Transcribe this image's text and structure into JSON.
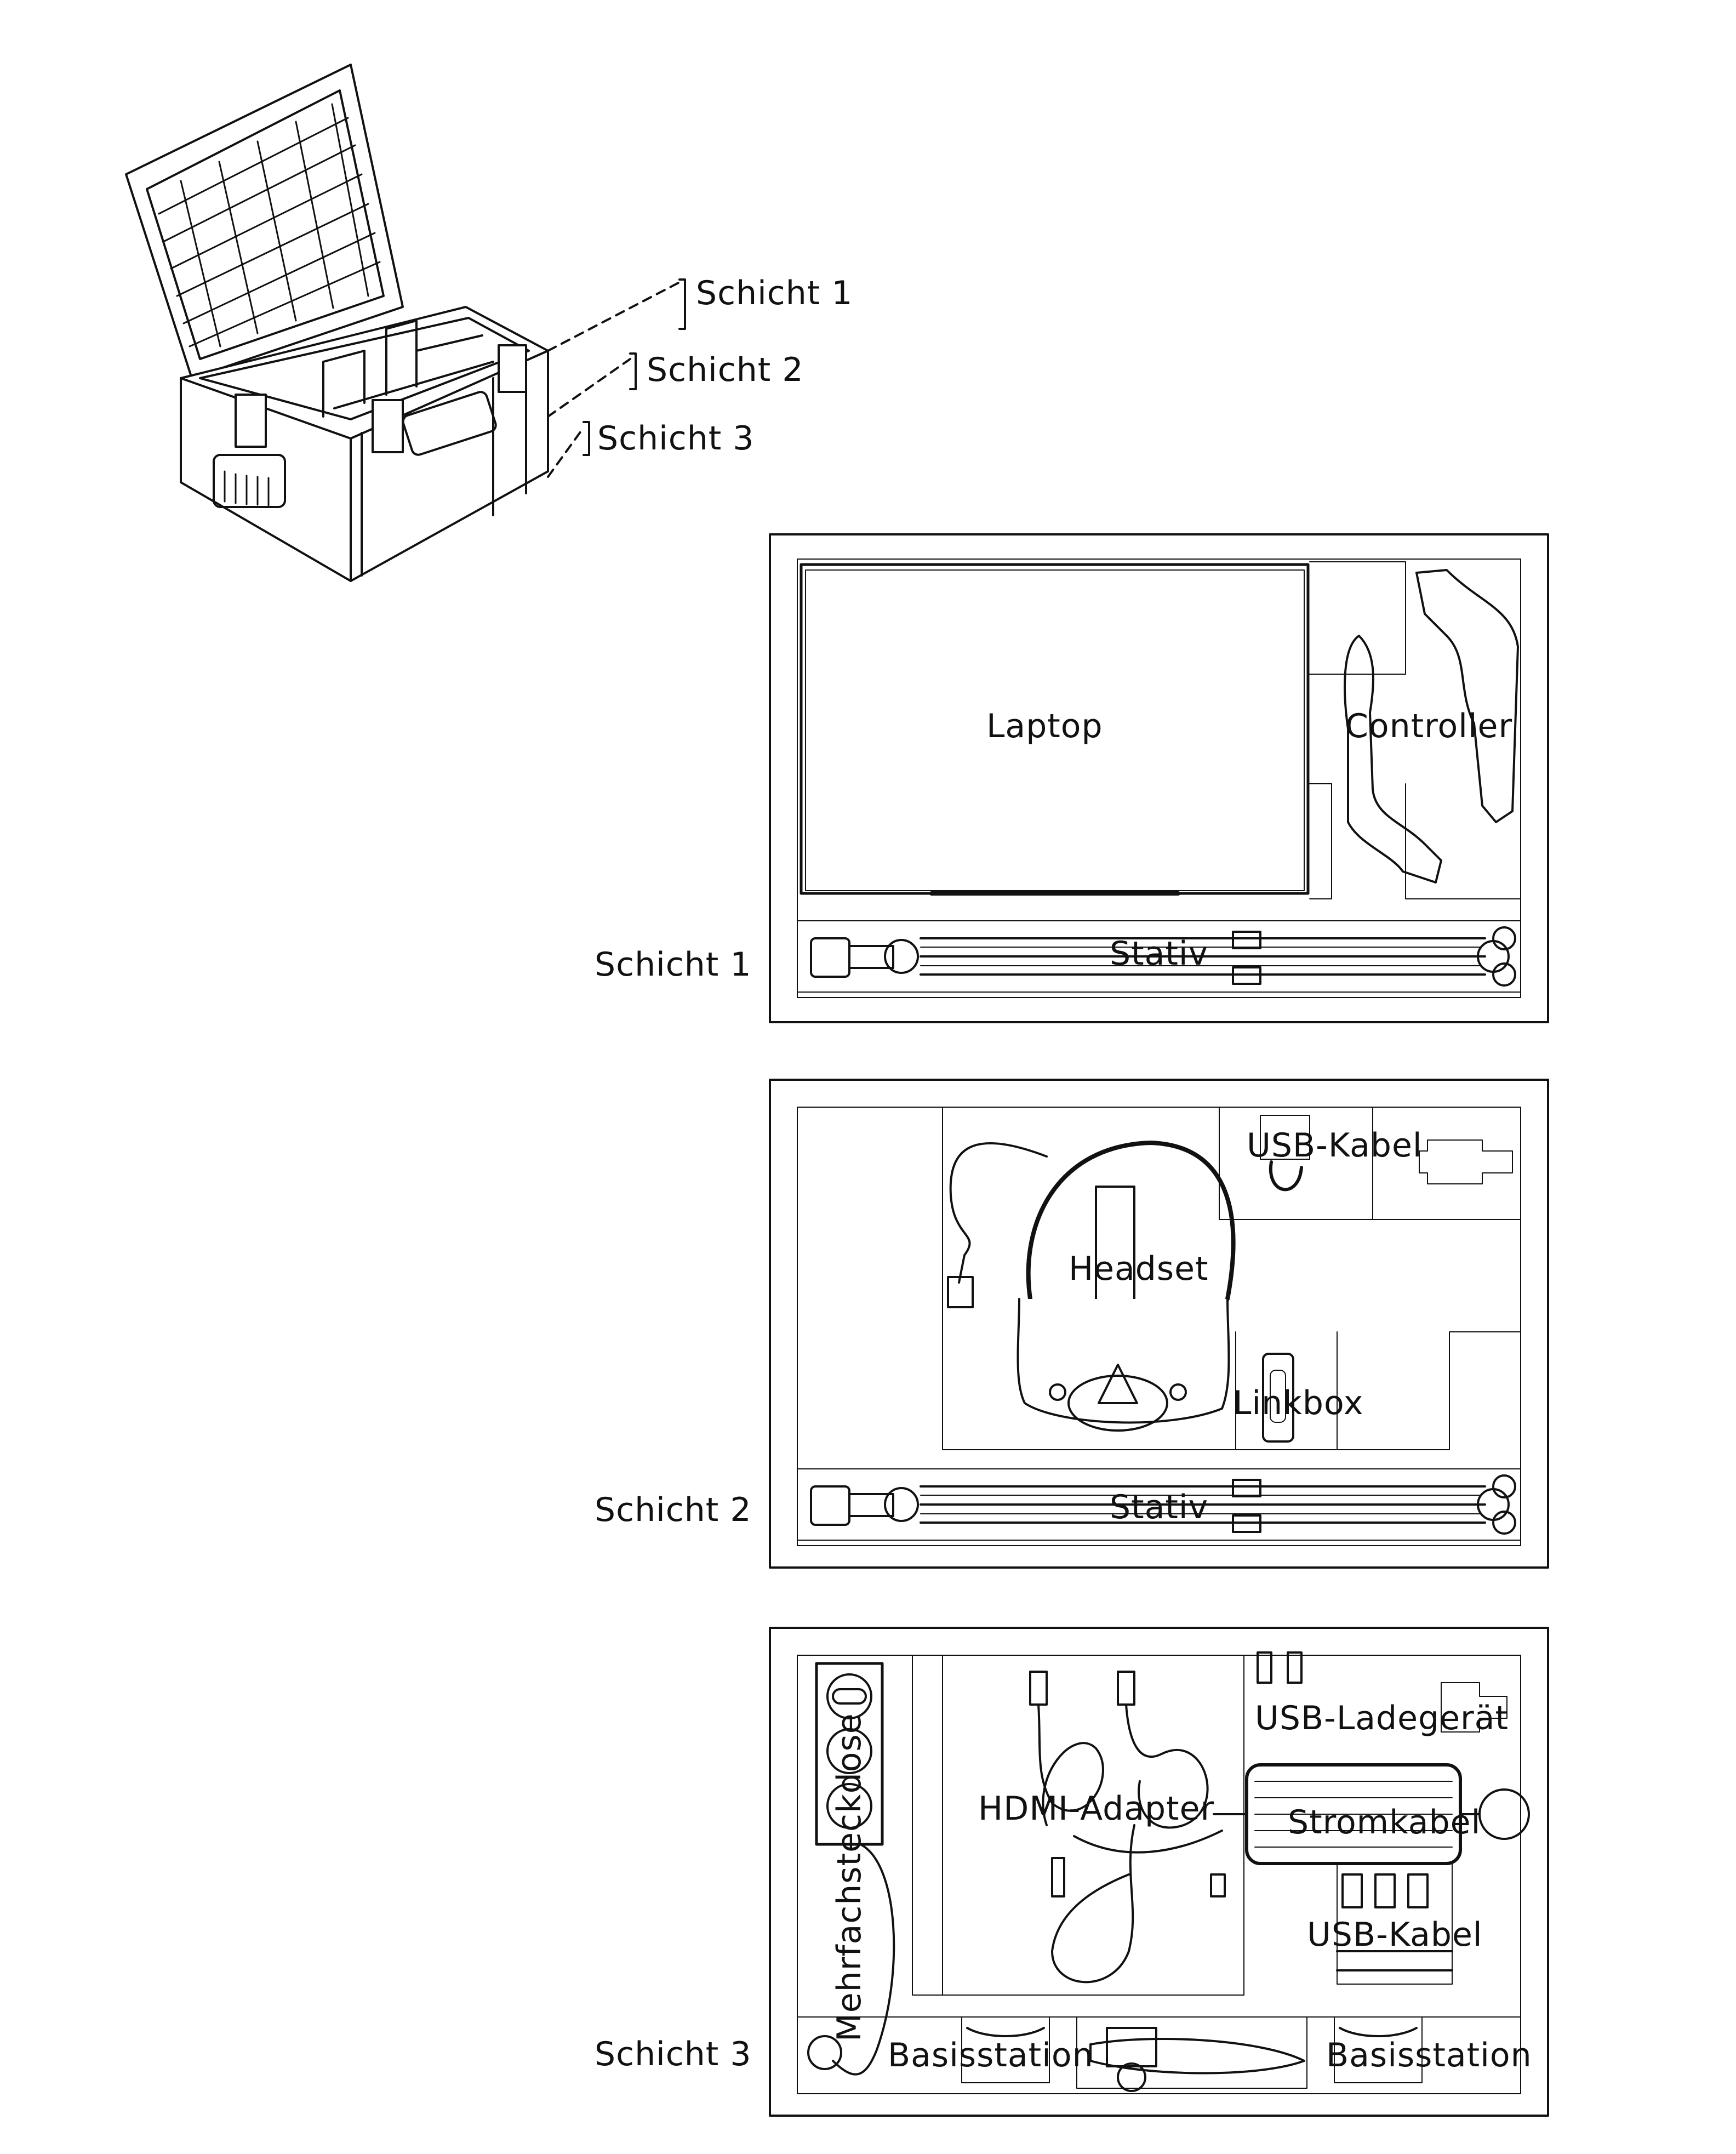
{
  "case_callouts": {
    "layer1": "Schicht 1",
    "layer2": "Schicht 2",
    "layer3": "Schicht 3"
  },
  "layers": [
    {
      "label": "Schicht 1",
      "items": {
        "laptop": "Laptop",
        "controller": "Controller",
        "tripod": "Stativ"
      }
    },
    {
      "label": "Schicht 2",
      "items": {
        "usb_cable": "USB-Kabel",
        "headset": "Headset",
        "linkbox": "Linkbox",
        "tripod": "Stativ"
      }
    },
    {
      "label": "Schicht 3",
      "items": {
        "usb_charger": "USB-Ladegerät",
        "hdmi_adapter": "HDMI-Adapter",
        "power_cable": "Stromkabel",
        "usb_cable": "USB-Kabel",
        "power_strip": "Mehrfachsteckdose",
        "base_station_left": "Basisstation",
        "base_station_right": "Basisstation"
      }
    }
  ]
}
